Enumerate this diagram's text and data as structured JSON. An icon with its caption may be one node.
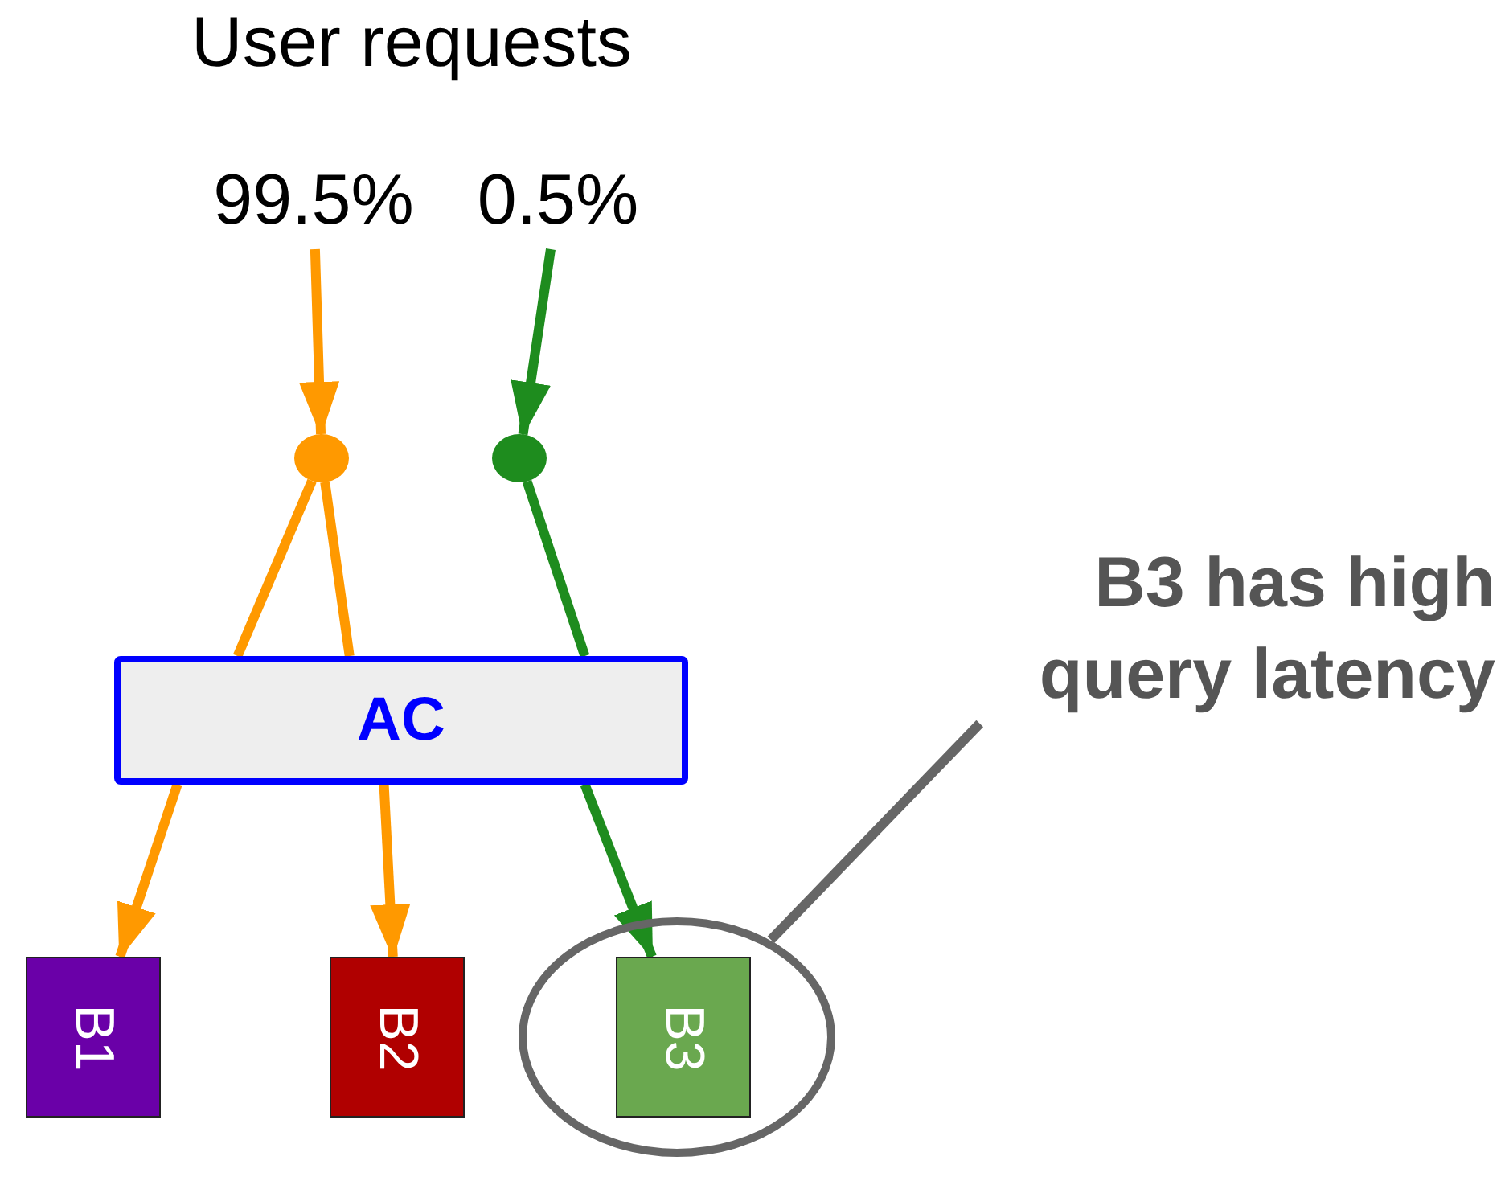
{
  "diagram": {
    "title": "User requests",
    "nodes": [
      {
        "text": [
          "99.5%"
        ]
      },
      {
        "text": [
          "0.5%"
        ]
      },
      {
        "text": [],
        "shape": "circle"
      },
      {
        "text": [],
        "shape": "circle"
      },
      {
        "text": [
          "AC"
        ]
      },
      {
        "text": [
          "B1"
        ]
      },
      {
        "text": [
          "B2"
        ]
      },
      {
        "text": [],
        "shape": "circle"
      },
      {
        "text": [
          "B3"
        ],
        "in": 7
      },
      {
        "text": [
          "B3 has high query latency"
        ]
      }
    ],
    "edges": [
      {
        "from": 0,
        "to": 2,
        "arrow": "to",
        "color": "#ff9900"
      },
      {
        "from": 1,
        "to": 3,
        "arrow": "to",
        "color": "#1e8c1e"
      },
      {
        "from": 2,
        "to": 4,
        "arrow": "none",
        "color": "#ff9900"
      },
      {
        "from": 2,
        "to": 4,
        "arrow": "none",
        "color": "#ff9900"
      },
      {
        "from": 3,
        "to": 4,
        "arrow": "none",
        "color": "#1e8c1e"
      },
      {
        "from": 4,
        "to": 5,
        "arrow": "to",
        "color": "#ff9900"
      },
      {
        "from": 4,
        "to": 6,
        "arrow": "to",
        "color": "#ff9900"
      },
      {
        "from": 4,
        "to": 8,
        "arrow": "to",
        "color": "#1e8c1e"
      },
      {
        "from": 9,
        "to": 7,
        "arrow": "none",
        "color": "#666666"
      }
    ]
  }
}
